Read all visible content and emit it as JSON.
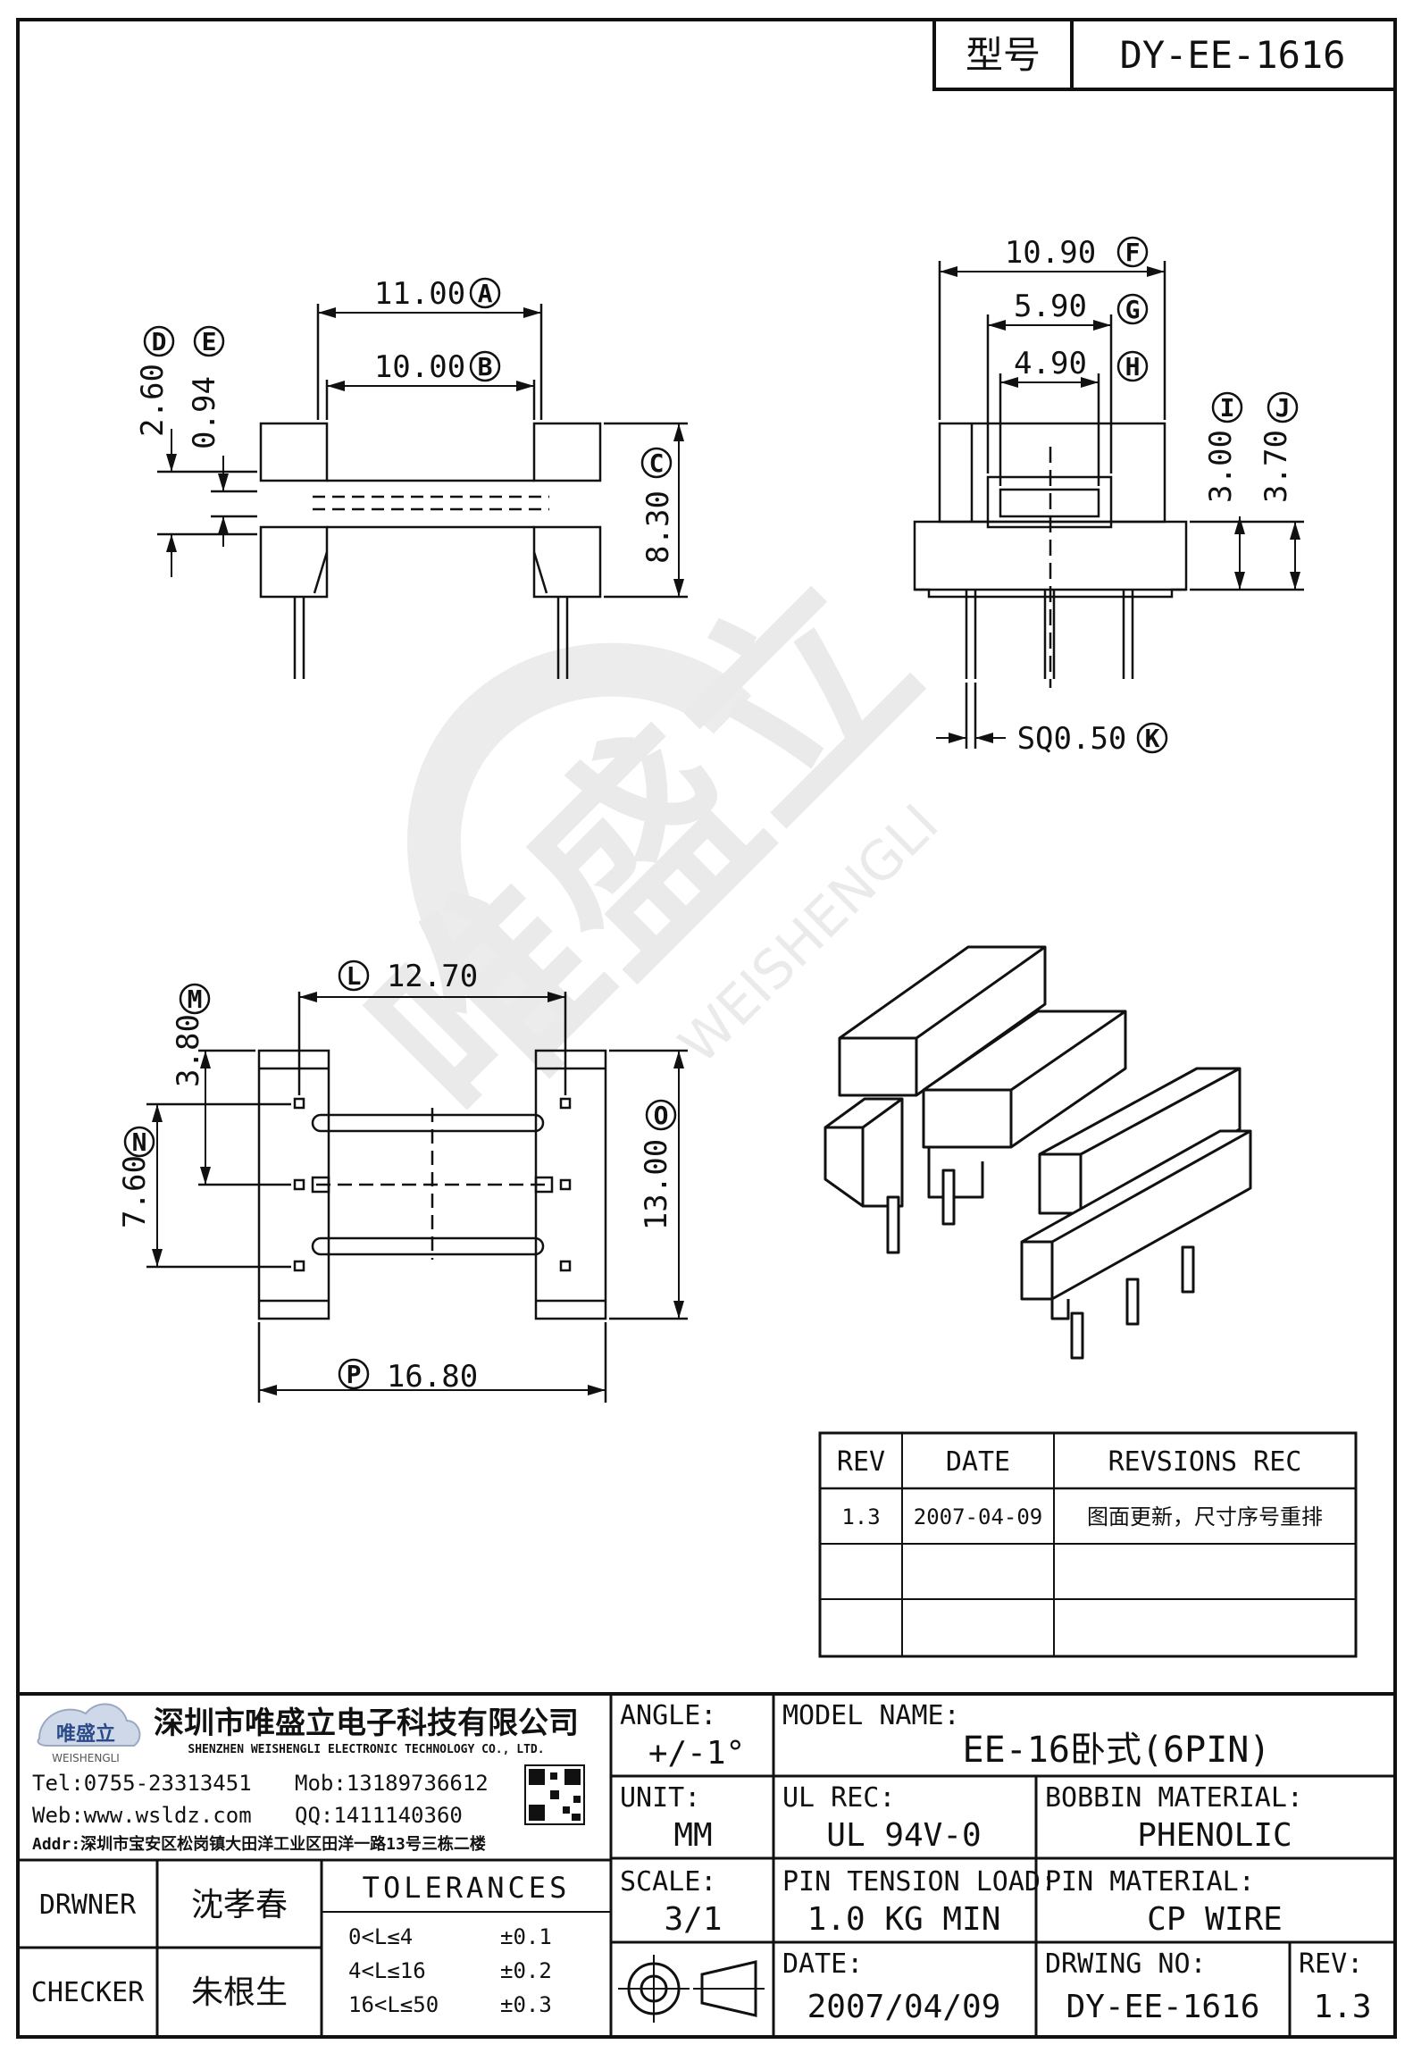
{
  "title_block": {
    "model_label": "型号",
    "model_value": "DY-EE-1616"
  },
  "dimensions": {
    "A": {
      "letter": "A",
      "value": "11.00"
    },
    "B": {
      "letter": "B",
      "value": "10.00"
    },
    "C": {
      "letter": "C",
      "value": "8.30"
    },
    "D": {
      "letter": "D",
      "value": "2.60"
    },
    "E": {
      "letter": "E",
      "value": "0.94"
    },
    "F": {
      "letter": "F",
      "value": "10.90"
    },
    "G": {
      "letter": "G",
      "value": "5.90"
    },
    "H": {
      "letter": "H",
      "value": "4.90"
    },
    "I": {
      "letter": "I",
      "value": "3.00"
    },
    "J": {
      "letter": "J",
      "value": "3.70"
    },
    "K": {
      "letter": "K",
      "value": "SQ0.50"
    },
    "L": {
      "letter": "L",
      "value": "12.70"
    },
    "M": {
      "letter": "M",
      "value": "3.80"
    },
    "N": {
      "letter": "N",
      "value": "7.60"
    },
    "O": {
      "letter": "O",
      "value": "13.00"
    },
    "P": {
      "letter": "P",
      "value": "16.80"
    }
  },
  "watermark": {
    "cn": "唯盛立",
    "en": "WEISHENGLI"
  },
  "revision_table": {
    "headers": [
      "REV",
      "DATE",
      "REVSIONS REC"
    ],
    "rows": [
      [
        "1.3",
        "2007-04-09",
        "图面更新，尺寸序号重排"
      ],
      [
        "",
        "",
        ""
      ],
      [
        "",
        "",
        ""
      ]
    ]
  },
  "company": {
    "logo_cn": "唯盛立",
    "logo_en": "WEISHENGLI",
    "name_cn": "深圳市唯盛立电子科技有限公司",
    "name_en": "SHENZHEN WEISHENGLI ELECTRONIC TECHNOLOGY CO., LTD.",
    "tel": "Tel:0755-23313451",
    "mob": "Mob:13189736612",
    "web": "Web:www.wsldz.com",
    "qq": "QQ:1411140360",
    "addr": "Addr:深圳市宝安区松岗镇大田洋工业区田洋一路13号三栋二楼"
  },
  "spec": {
    "angle_label": "ANGLE:",
    "angle_value": "+/-1°",
    "model_name_label": "MODEL NAME:",
    "model_name_value": "EE-16卧式(6PIN)",
    "unit_label": "UNIT:",
    "unit_value": "MM",
    "ul_label": "UL REC:",
    "ul_value": "UL 94V-0",
    "bobbin_label": "BOBBIN MATERIAL:",
    "bobbin_value": "PHENOLIC",
    "scale_label": "SCALE:",
    "scale_value": "3/1",
    "pin_tension_label": "PIN TENSION LOAD:",
    "pin_tension_value": "1.0 KG MIN",
    "pin_material_label": "PIN MATERIAL:",
    "pin_material_value": "CP WIRE",
    "date_label": "DATE:",
    "date_value": "2007/04/09",
    "drwing_no_label": "DRWING NO:",
    "drwing_no_value": "DY-EE-1616",
    "rev_label": "REV:",
    "rev_value": "1.3"
  },
  "people": {
    "drawer_label": "DRWNER",
    "drawer_name": "沈孝春",
    "checker_label": "CHECKER",
    "checker_name": "朱根生"
  },
  "tolerances": {
    "title": "TOLERANCES",
    "rows": [
      {
        "range": "0<L≤4",
        "tol": "±0.1"
      },
      {
        "range": "4<L≤16",
        "tol": "±0.2"
      },
      {
        "range": "16<L≤50",
        "tol": "±0.3"
      }
    ]
  }
}
